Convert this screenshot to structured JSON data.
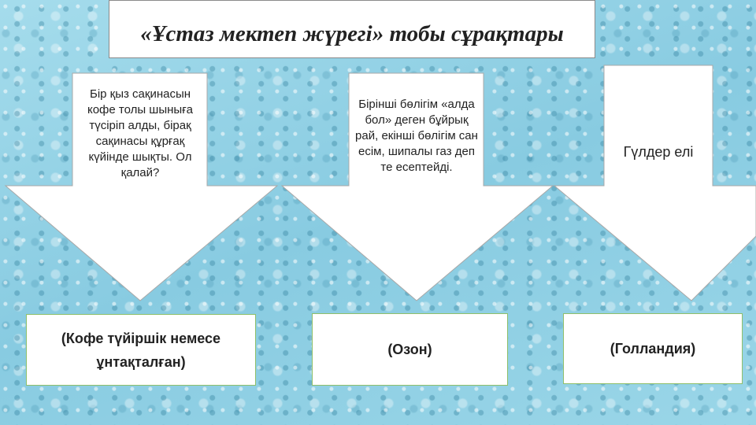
{
  "title": "«Ұстаз мектеп жүрегі» тобы сұрақтары",
  "questions": [
    {
      "text": "Бір қыз сақинасын кофе толы шыныға түсіріп алды, бірақ сақинасы құрғақ күйінде шықты. Ол қалай?"
    },
    {
      "text": "Бірінші бөлігім «алда бол» деген бұйрық рай, екінші бөлігім сан есім, шипалы газ деп те есептейді."
    },
    {
      "text": "Гүлдер елі"
    }
  ],
  "answers": [
    {
      "text": "(Кофе түйіршік немесе ұнтақталған)"
    },
    {
      "text": "(Озон)"
    },
    {
      "text": "(Голландия)"
    }
  ],
  "colors": {
    "background": "#8fd0e4",
    "box": "#ffffff",
    "answer_border": "#8fbf6a"
  }
}
